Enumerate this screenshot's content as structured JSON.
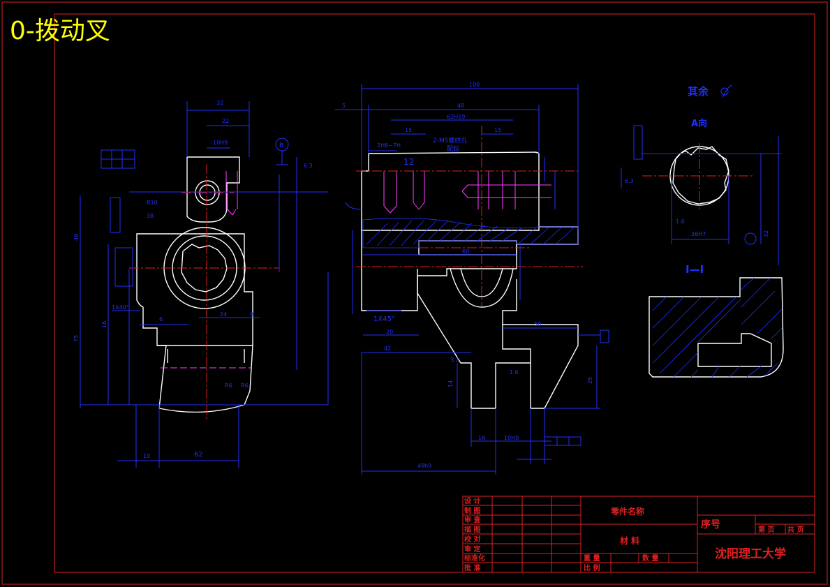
{
  "drawing_title": "0-拨动叉",
  "annotations": {
    "other_finish": "其余",
    "view_a": "A向",
    "section_label": "I—I",
    "datum_b": "B",
    "chamfer_left": "1X40°",
    "chamfer_middle": "1X45°",
    "thread_note": "2-M5螺纹孔",
    "thread_note2": "配钻",
    "dims_left": [
      "32",
      "22",
      "10H9",
      "38",
      "R10",
      "48",
      "16",
      "75",
      "6",
      "24",
      "8",
      "10",
      "62",
      "R6",
      "R6",
      "6.3"
    ],
    "dims_middle": [
      "100",
      "48",
      "5",
      "62H19",
      "15",
      "15",
      "2H6~7H",
      "12",
      "60",
      "50",
      "42",
      "20",
      "16",
      "14",
      "48h9",
      "10H9",
      "25",
      "1.6",
      "3.2"
    ],
    "dims_right": [
      "36H7",
      "6.3",
      "1.6",
      "32"
    ]
  },
  "title_block": {
    "part_name_label": "零件名称",
    "material_label": "材  料",
    "serial_label": "序号",
    "page_label": "第 页",
    "total_label": "共 页",
    "weight_label": "重 量",
    "quantity_label": "数 量",
    "scale_label": "比 例",
    "school": "沈阳理工大学",
    "roles": [
      "设 计",
      "制 图",
      "审 查",
      "描 图",
      "校 对",
      "审 定",
      "标准化",
      "批 准"
    ]
  },
  "colors": {
    "border": "#e02020",
    "outline": "#ffffff",
    "dimension": "#2030ff",
    "center": "#e02020",
    "hidden": "#ff40ff",
    "title": "#ffff00",
    "title_block_text": "#e02020",
    "title_block_label": "#2030ff"
  }
}
